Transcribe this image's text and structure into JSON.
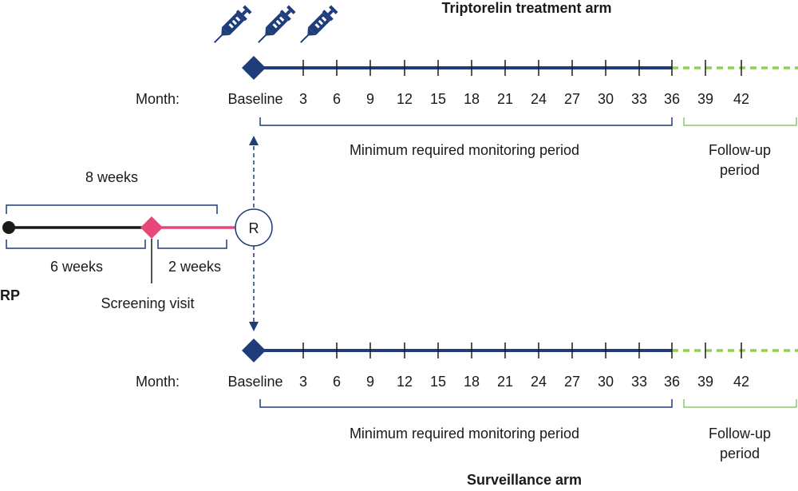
{
  "treatment_arm": {
    "title": "Triptorelin treatment arm",
    "row_label": "Month:",
    "ticks": [
      "Baseline",
      "3",
      "6",
      "9",
      "12",
      "15",
      "18",
      "21",
      "24",
      "27",
      "30",
      "33",
      "36",
      "39",
      "42"
    ],
    "monitoring_label": "Minimum required monitoring period",
    "followup_label_line1": "Follow-up",
    "followup_label_line2": "period",
    "injections": 3,
    "injection_icon": "syringe-icon"
  },
  "surveillance_arm": {
    "title": "Surveillance arm",
    "row_label": "Month:",
    "ticks": [
      "Baseline",
      "3",
      "6",
      "9",
      "12",
      "15",
      "18",
      "21",
      "24",
      "27",
      "30",
      "33",
      "36",
      "39",
      "42"
    ],
    "monitoring_label": "Minimum required monitoring period",
    "followup_label_line1": "Follow-up",
    "followup_label_line2": "period"
  },
  "pre_randomization": {
    "start_label": "RP",
    "total_label": "8 weeks",
    "first_segment_label": "6 weeks",
    "second_segment_label": "2 weeks",
    "screening_label": "Screening visit",
    "randomization_label": "R"
  },
  "colors": {
    "navy": "#1f3d7a",
    "pink": "#e8477a",
    "green": "#8fd14f",
    "follow_bracket": "#8dc870",
    "black": "#1a1a1a"
  }
}
